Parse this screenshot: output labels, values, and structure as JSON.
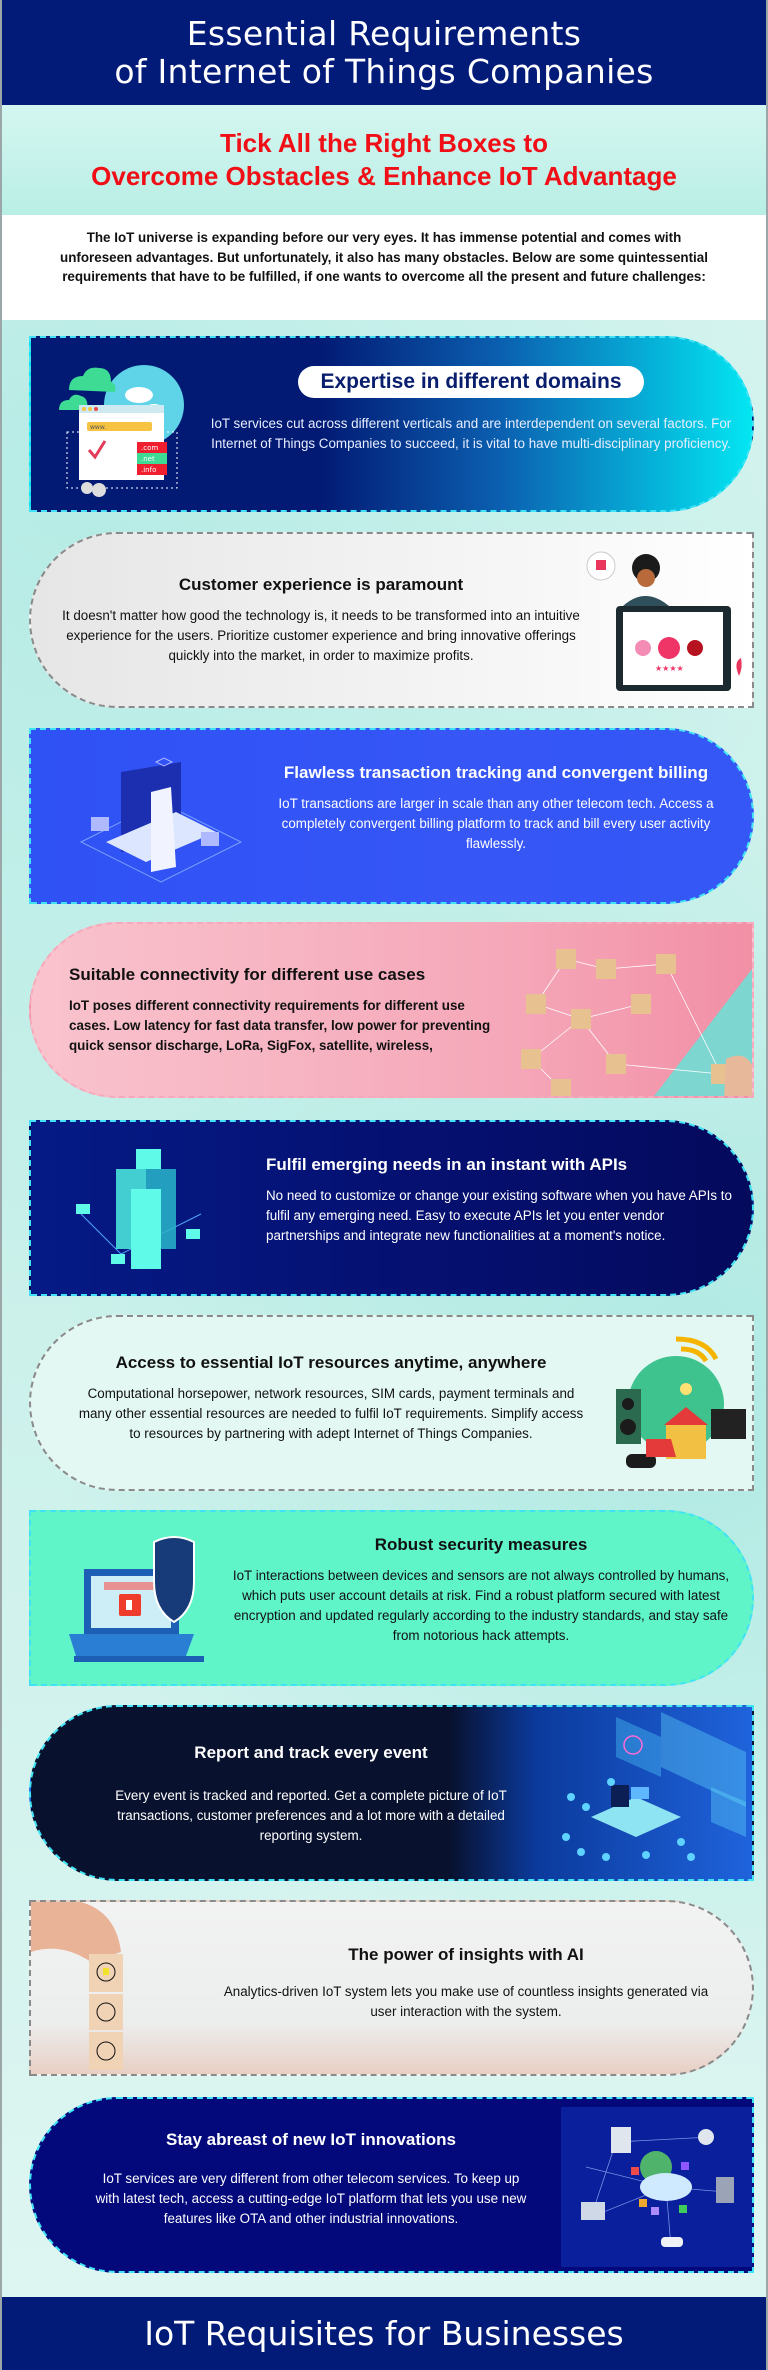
{
  "header": {
    "title_line1": "Essential Requirements",
    "title_line2": "of Internet of Things Companies"
  },
  "subheader": {
    "line1": "Tick All the Right Boxes to",
    "line2": "Overcome Obstacles & Enhance IoT Advantage",
    "color": "#f00f16"
  },
  "intro": {
    "text": "The IoT universe is expanding before our very eyes. It has immense potential and comes with unforeseen advantages. But unfortunately, it also has many obstacles. Below are some quintessential requirements that have to be fulfilled, if one wants to overcome all the present and future challenges:"
  },
  "cards": [
    {
      "title": "Expertise in different domains",
      "body": "IoT services cut across different verticals and are interdependent on several factors. For Internet of Things Companies to succeed, it is vital to have multi-disciplinary proficiency.",
      "icon": "domain-browser-icon",
      "illustration_labels": [
        "www.",
        ".com",
        ".net",
        ".info"
      ]
    },
    {
      "title": "Customer experience is paramount",
      "body": "It doesn't matter how good the technology is, it needs to be transformed into an intuitive experience for the users. Prioritize customer experience and bring innovative offerings quickly into the market, in order to maximize profits.",
      "icon": "customer-rating-tablet-icon"
    },
    {
      "title": "Flawless transaction tracking and convergent billing",
      "body": "IoT transactions are larger in scale than any other telecom tech. Access a completely convergent billing platform to track and bill every user activity flawlessly.",
      "icon": "billing-laptop-receipt-icon"
    },
    {
      "title": "Suitable connectivity for different use cases",
      "body": "IoT poses different connectivity requirements for different use cases. Low latency for fast data transfer, low power for preventing quick sensor discharge, LoRa, SigFox, satellite, wireless,",
      "icon": "network-blocks-icon"
    },
    {
      "title": "Fulfil emerging needs in an instant with APIs",
      "body": "No need to customize or change your existing software when you have APIs to fulfil any emerging need. Easy to execute APIs let you enter vendor partnerships and integrate new functionalities at a moment's notice.",
      "icon": "server-towers-icon"
    },
    {
      "title": "Access to essential IoT resources anytime, anywhere",
      "body": "Computational horsepower, network resources, SIM cards, payment terminals and many other essential resources are needed to fulfil IoT requirements. Simplify access to resources by partnering with adept Internet of Things Companies.",
      "icon": "iot-devices-globe-icon"
    },
    {
      "title": "Robust security measures",
      "body": "IoT interactions between devices and sensors are not always controlled by humans, which puts user account details at risk. Find a robust platform secured with latest encryption and updated regularly according to the industry standards, and stay safe from notorious hack attempts.",
      "icon": "shield-laptop-lock-icon"
    },
    {
      "title": "Report and track every event",
      "body": "Every event is tracked and reported. Get a complete picture of IoT transactions, customer preferences and a lot more with a detailed reporting system.",
      "icon": "reporting-dashboard-icon"
    },
    {
      "title": "The power of insights with AI",
      "body": "Analytics-driven IoT system lets you make use of countless insights generated via user interaction with the system.",
      "icon": "ai-head-blocks-icon"
    },
    {
      "title": "Stay abreast of new IoT innovations",
      "body": "IoT services are very different from other telecom services. To keep up with latest tech, access a cutting-edge IoT platform that lets you use new features like OTA and other industrial innovations.",
      "icon": "iot-cloud-network-icon"
    }
  ],
  "footer": {
    "title": "IoT Requisites for Businesses"
  },
  "colors": {
    "header_bg": "#021b78",
    "accent_red": "#f00f16",
    "cyan": "#03e6f2",
    "mint": "#5ff5c9",
    "pink": "#f5a8b9",
    "royal_blue": "#3457f5"
  }
}
